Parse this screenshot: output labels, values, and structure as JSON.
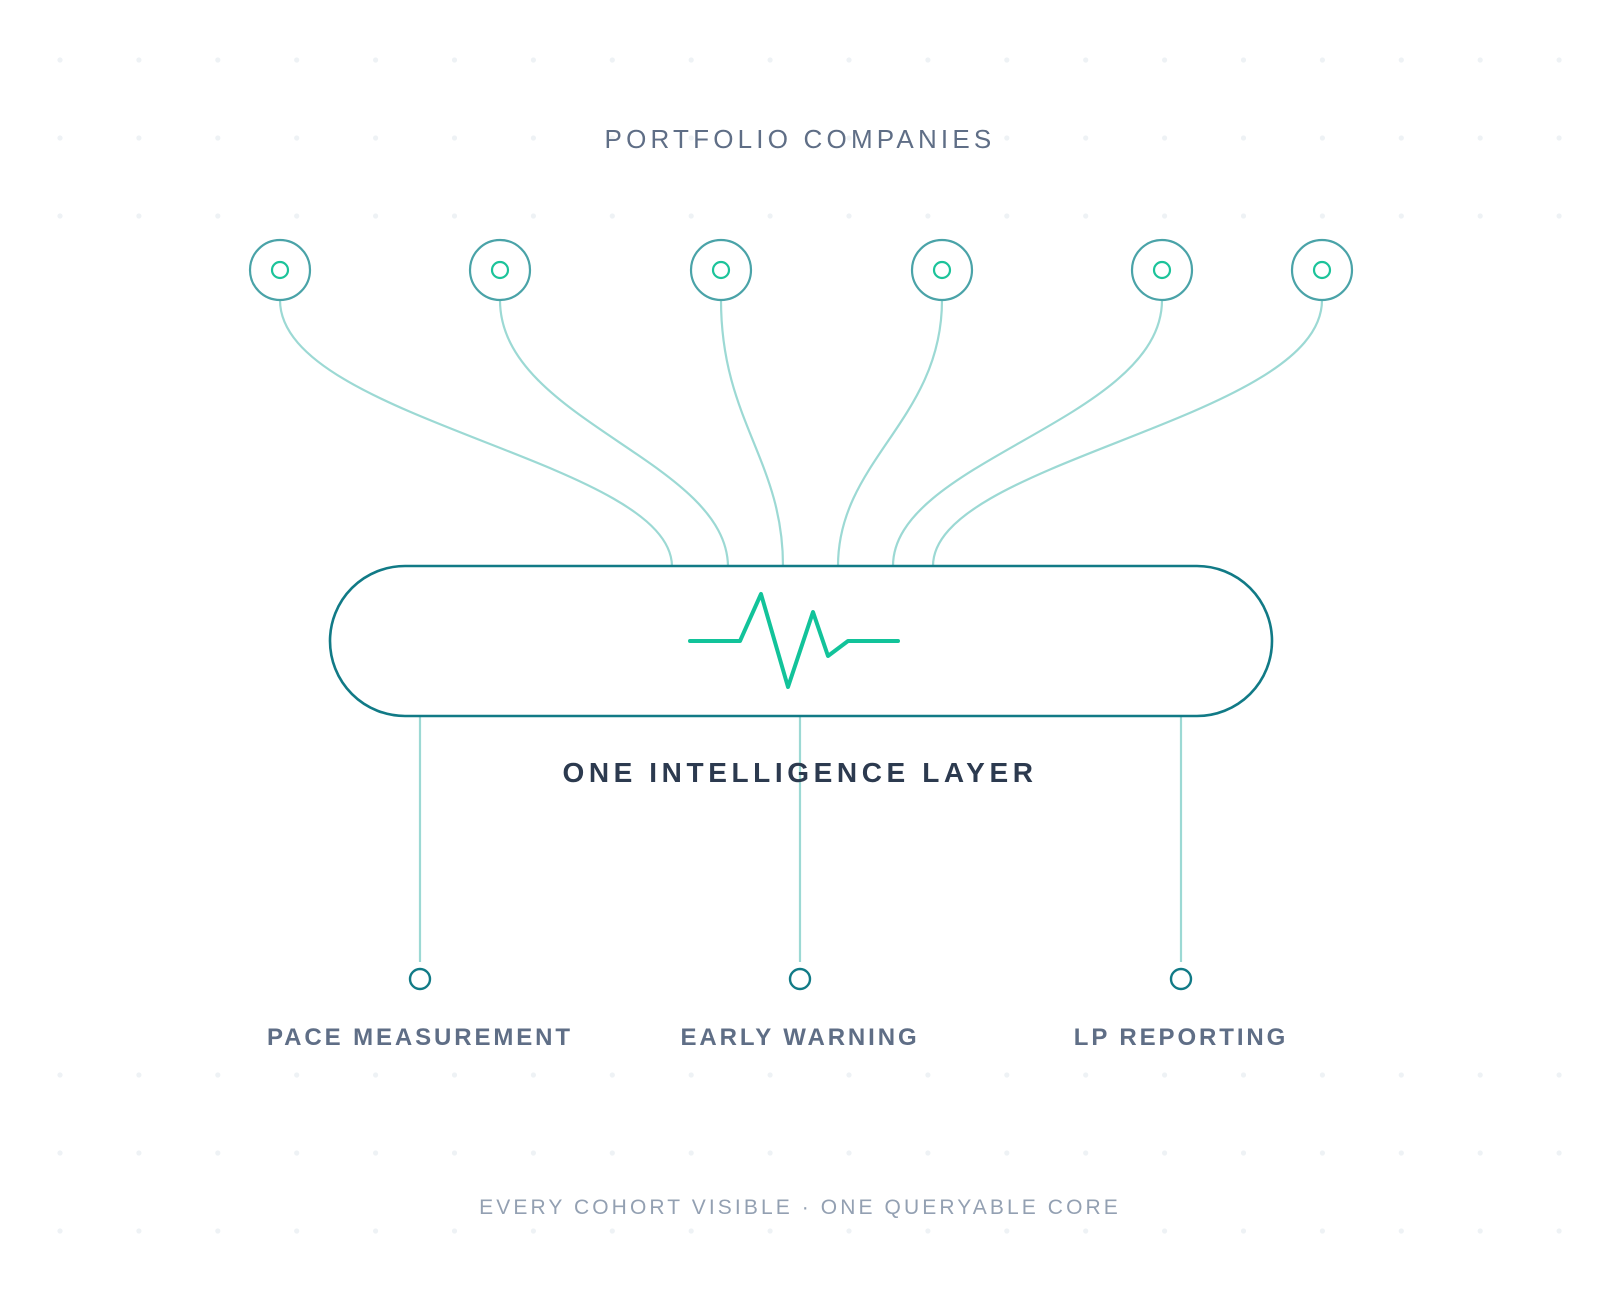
{
  "header": {
    "title": "PORTFOLIO COMPANIES"
  },
  "core": {
    "title": "ONE INTELLIGENCE LAYER",
    "icon": "pulse-icon"
  },
  "outputs": [
    {
      "label": "PACE MEASUREMENT"
    },
    {
      "label": "EARLY WARNING"
    },
    {
      "label": "LP REPORTING"
    }
  ],
  "footer": {
    "text": "EVERY COHORT VISIBLE · ONE QUERYABLE CORE"
  },
  "colors": {
    "node_stroke": "#4aa3a8",
    "node_inner": "#1cc39a",
    "connector": "#9cd9d4",
    "core_border": "#117a86",
    "pulse": "#12c39a",
    "output_node": "#117a86",
    "background_dot": "#eef2f5"
  }
}
